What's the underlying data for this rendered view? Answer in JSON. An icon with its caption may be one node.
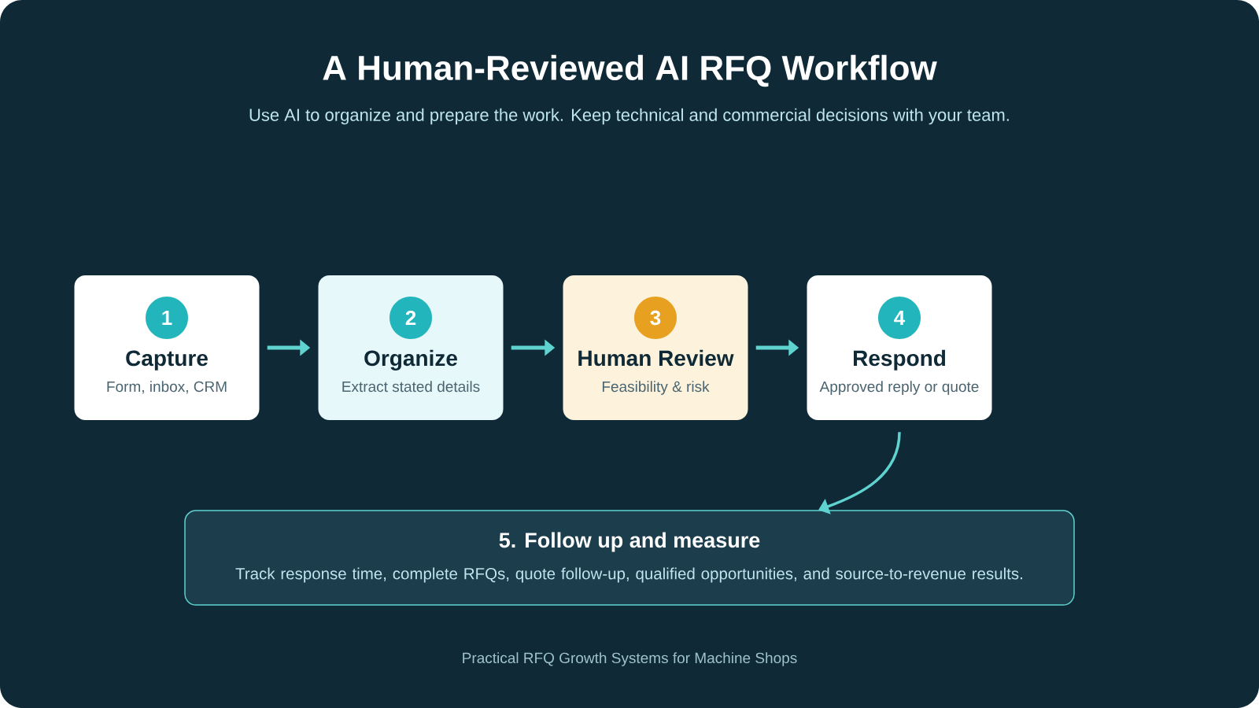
{
  "diagram": {
    "title": "A Human-Reviewed AI RFQ Workflow",
    "nodes": [
      {
        "text": [
          "1",
          "Capture",
          "Form, inbox, CRM"
        ]
      },
      {
        "text": [
          "2",
          "Organize",
          "Extract stated details"
        ]
      },
      {
        "text": [
          "3",
          "Human Review",
          "Feasibility & risk"
        ]
      },
      {
        "text": [
          "4",
          "Respond",
          "Approved reply or quote"
        ]
      },
      {
        "text": [
          "5. Follow up and measure",
          "Track response time, complete RFQs, quote follow-up, qualified opportunities, and source-to-revenue results."
        ]
      }
    ],
    "edges": [
      {
        "from": 0,
        "to": 1,
        "arrow": "to"
      },
      {
        "from": 1,
        "to": 2,
        "arrow": "to"
      },
      {
        "from": 2,
        "to": 3,
        "arrow": "to"
      },
      {
        "from": 3,
        "to": 4,
        "arrow": "to"
      }
    ],
    "labels": [
      "Use AI to organize and prepare the work. Keep technical and commercial decisions with your team.",
      "Practical RFQ Growth Systems for Machine Shops"
    ]
  }
}
